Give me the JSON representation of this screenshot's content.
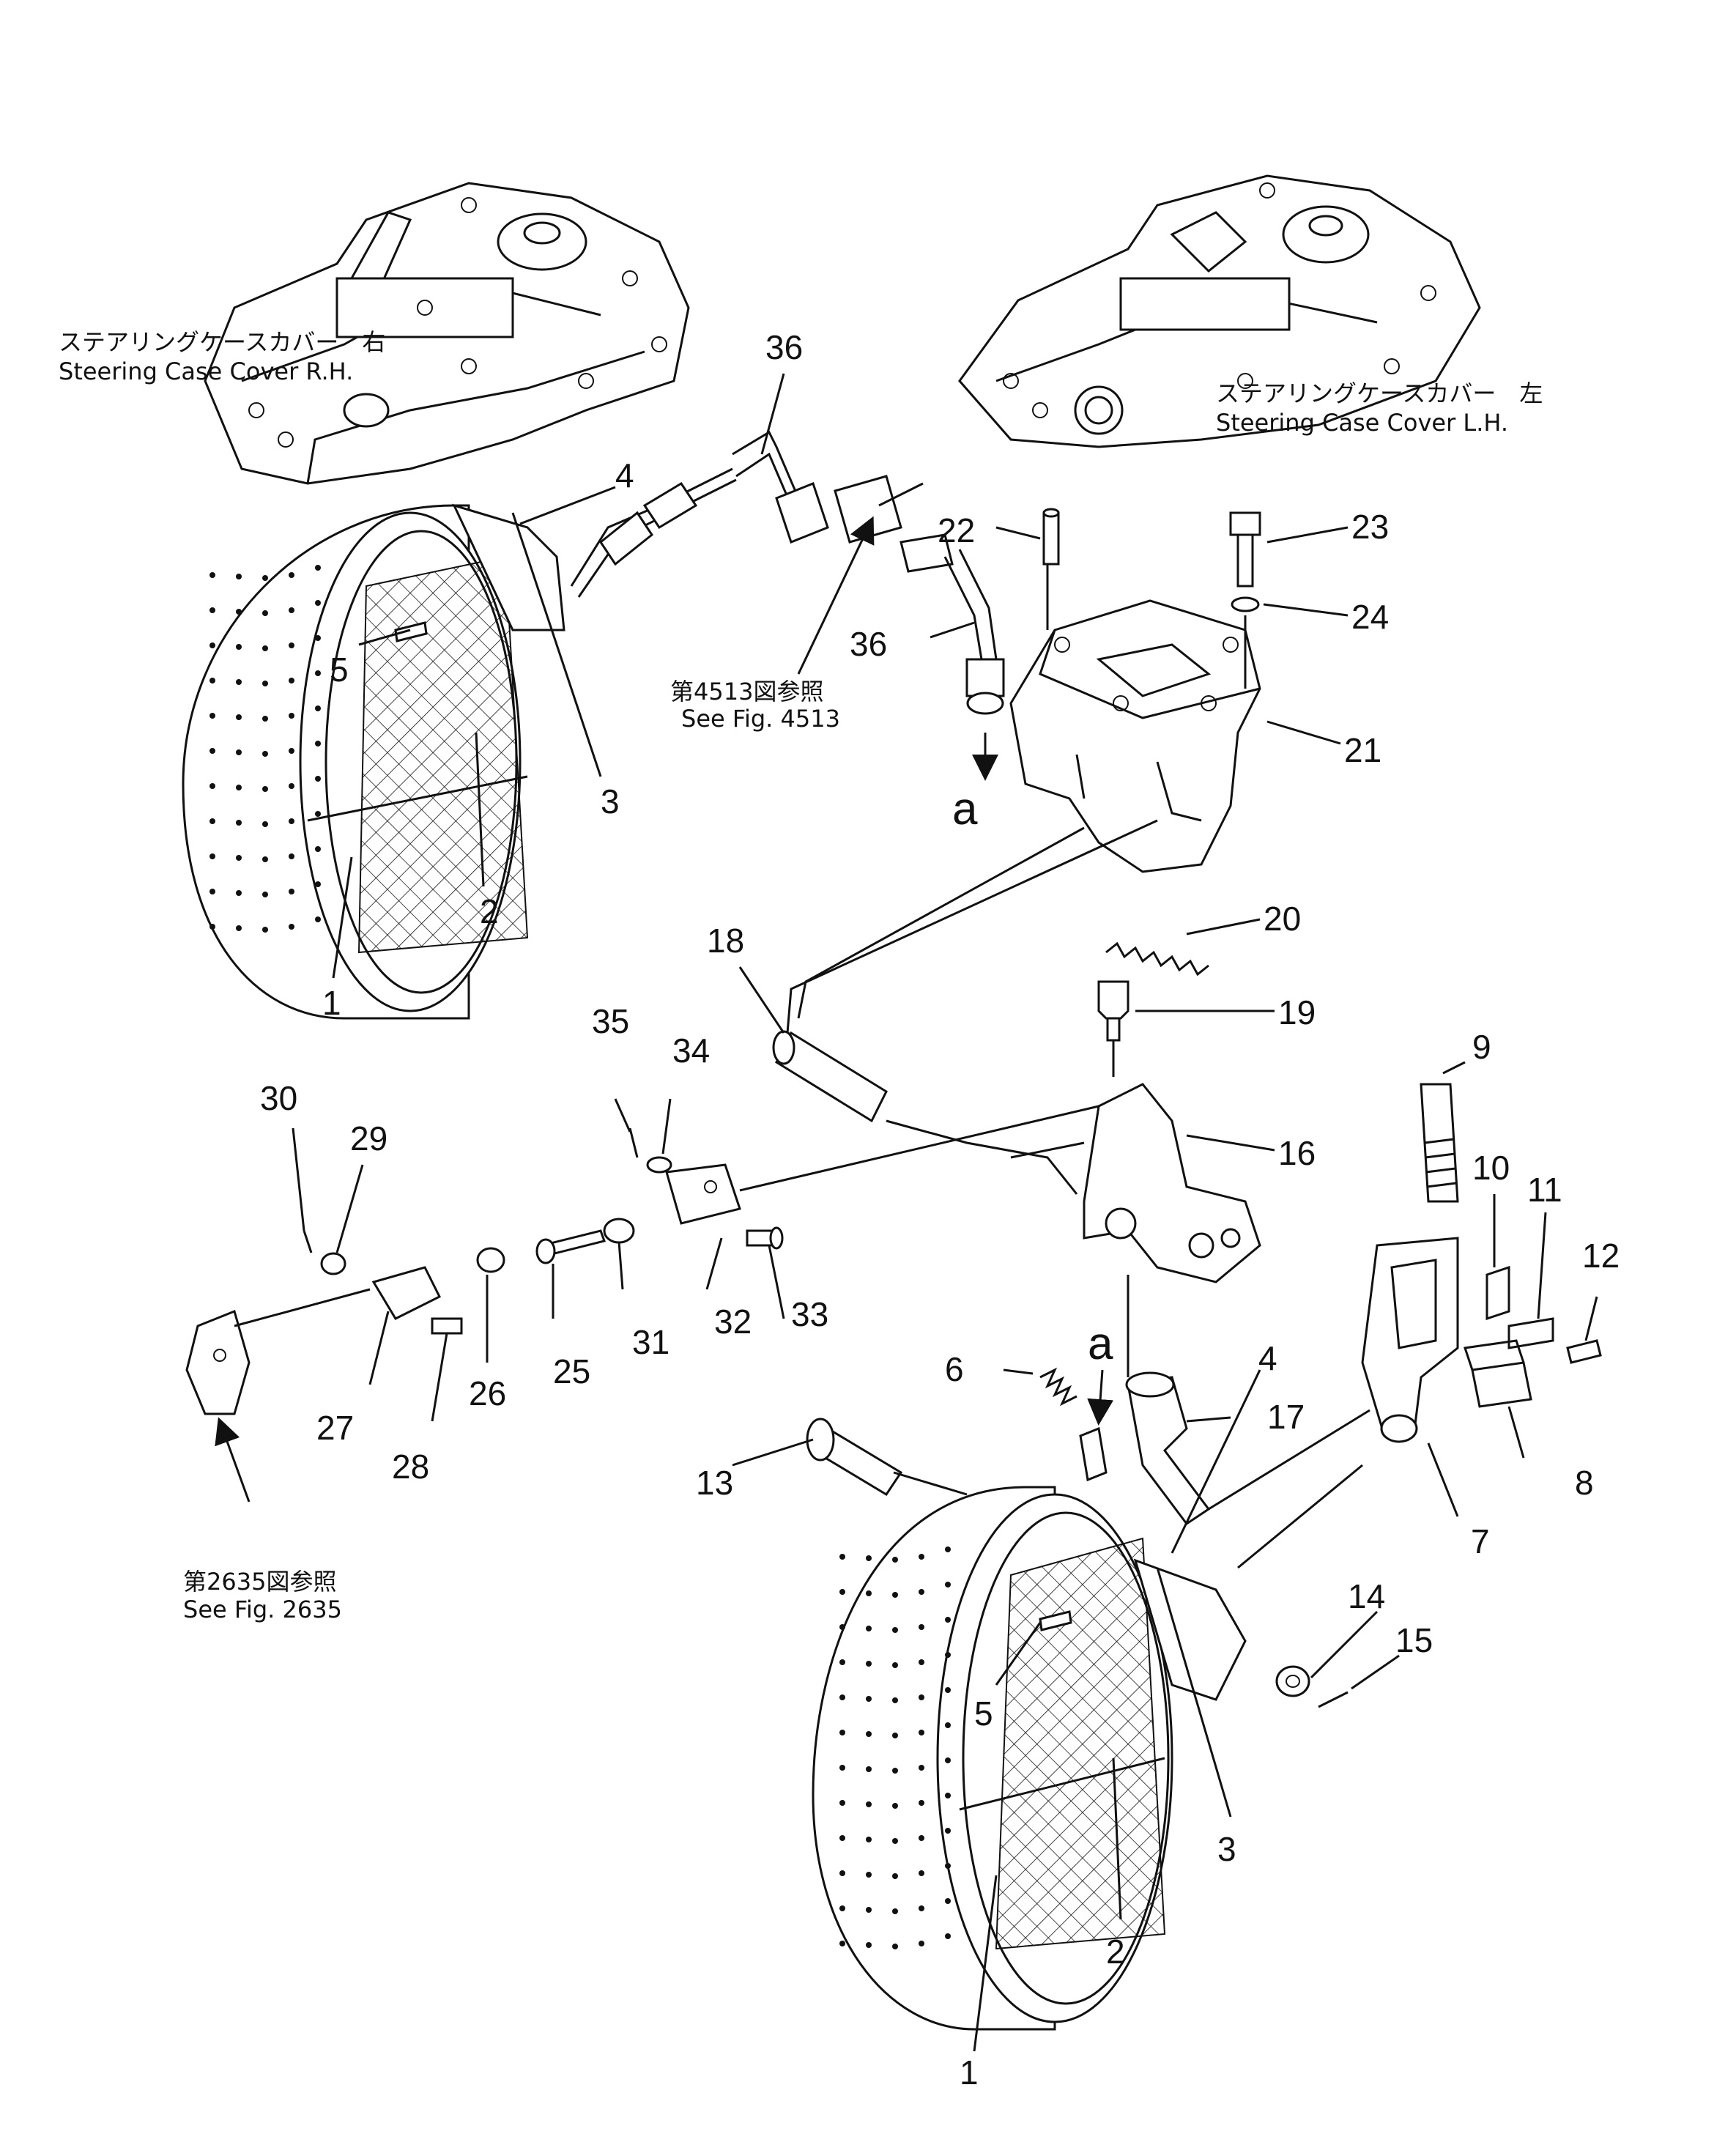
{
  "callouts": [
    {
      "n": "1"
    },
    {
      "n": "2"
    },
    {
      "n": "3"
    },
    {
      "n": "4"
    },
    {
      "n": "5"
    },
    {
      "n": "36"
    },
    {
      "n": "36"
    },
    {
      "n": "22"
    },
    {
      "n": "23"
    },
    {
      "n": "24"
    },
    {
      "n": "21"
    },
    {
      "n": "20"
    },
    {
      "n": "19"
    },
    {
      "n": "18"
    },
    {
      "n": "35"
    },
    {
      "n": "34"
    },
    {
      "n": "30"
    },
    {
      "n": "29"
    },
    {
      "n": "9"
    },
    {
      "n": "16"
    },
    {
      "n": "10"
    },
    {
      "n": "11"
    },
    {
      "n": "12"
    },
    {
      "n": "32"
    },
    {
      "n": "33"
    },
    {
      "n": "31"
    },
    {
      "n": "25"
    },
    {
      "n": "26"
    },
    {
      "n": "27"
    },
    {
      "n": "28"
    },
    {
      "n": "6"
    },
    {
      "n": "17"
    },
    {
      "n": "8"
    },
    {
      "n": "7"
    },
    {
      "n": "13"
    },
    {
      "n": "4"
    },
    {
      "n": "14"
    },
    {
      "n": "15"
    },
    {
      "n": "5"
    },
    {
      "n": "3"
    },
    {
      "n": "2"
    },
    {
      "n": "1"
    }
  ],
  "notes": {
    "cover_rh_jp": "ステアリングケースカバー　右",
    "cover_rh_en": "Steering  Case  Cover  R.H.",
    "cover_lh_jp": "ステアリングケースカバー　左",
    "cover_lh_en": "Steering  Case  Cover  L.H.",
    "fig4513_jp": "第4513図参照",
    "fig4513_en": "See  Fig. 4513",
    "fig2635_jp": "第2635図参照",
    "fig2635_en": "See  Fig. 2635",
    "ref_a_upper": "a",
    "ref_a_lower": "a"
  }
}
